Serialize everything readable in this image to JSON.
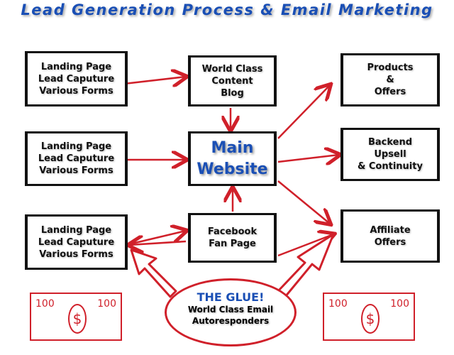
{
  "title": "Lead Generation Process & Email Marketing",
  "landing_pages": [
    {
      "line1": "Landing Page",
      "line2": "Lead Caputure",
      "line3": "Various Forms"
    },
    {
      "line1": "Landing Page",
      "line2": "Lead Caputure",
      "line3": "Various Forms"
    },
    {
      "line1": "Landing Page",
      "line2": "Lead Caputure",
      "line3": "Various Forms"
    }
  ],
  "blog": {
    "line1": "World Class",
    "line2": "Content",
    "line3": "Blog"
  },
  "main": {
    "line1": "Main",
    "line2": "Website"
  },
  "facebook": {
    "line1": "Facebook",
    "line2": "Fan Page"
  },
  "products": {
    "line1": "Products",
    "line2": "&",
    "line3": "Offers"
  },
  "backend": {
    "line1": "Backend",
    "line2": "Upsell",
    "line3": "& Continuity"
  },
  "affiliate": {
    "line1": "Affiliate",
    "line2": "Offers"
  },
  "glue": {
    "title": "THE GLUE!",
    "line1": "World Class Email",
    "line2": "Autoresponders"
  },
  "bill": {
    "value": "100",
    "symbol": "$"
  },
  "colors": {
    "title": "#1a4fb5",
    "arrow": "#d0202a"
  }
}
